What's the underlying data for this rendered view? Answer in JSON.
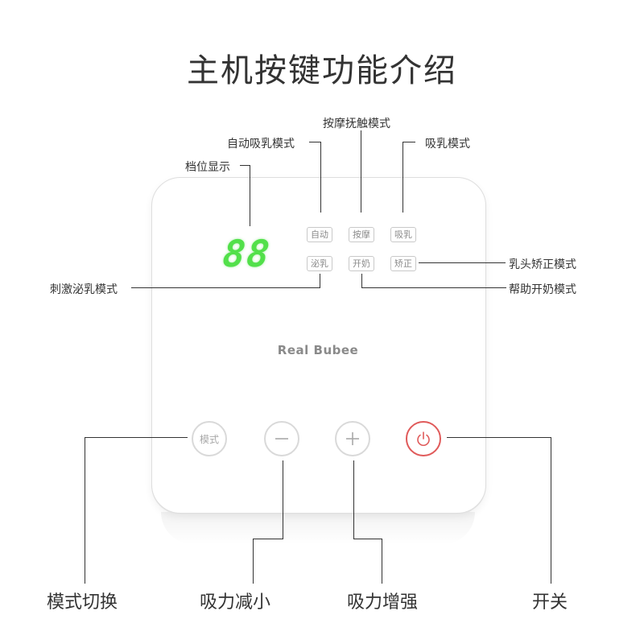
{
  "title": "主机按键功能介绍",
  "panel": {
    "display_digits": "88",
    "brand": "Real Bubee",
    "modes": [
      "自动",
      "按摩",
      "吸乳",
      "泌乳",
      "开奶",
      "矫正"
    ],
    "buttons": {
      "mode": "模式"
    }
  },
  "callouts": {
    "auto_suck": "自动吸乳模式",
    "massage": "按摩抚触模式",
    "suck": "吸乳模式",
    "level": "档位显示",
    "stimulate": "刺激泌乳模式",
    "nipple_correct": "乳头矫正模式",
    "open_milk": "帮助开奶模式",
    "mode_switch": "模式切换",
    "suction_down": "吸力减小",
    "suction_up": "吸力增强",
    "power": "开关"
  },
  "colors": {
    "display": "#52e04a",
    "power": "#e05a5a"
  }
}
